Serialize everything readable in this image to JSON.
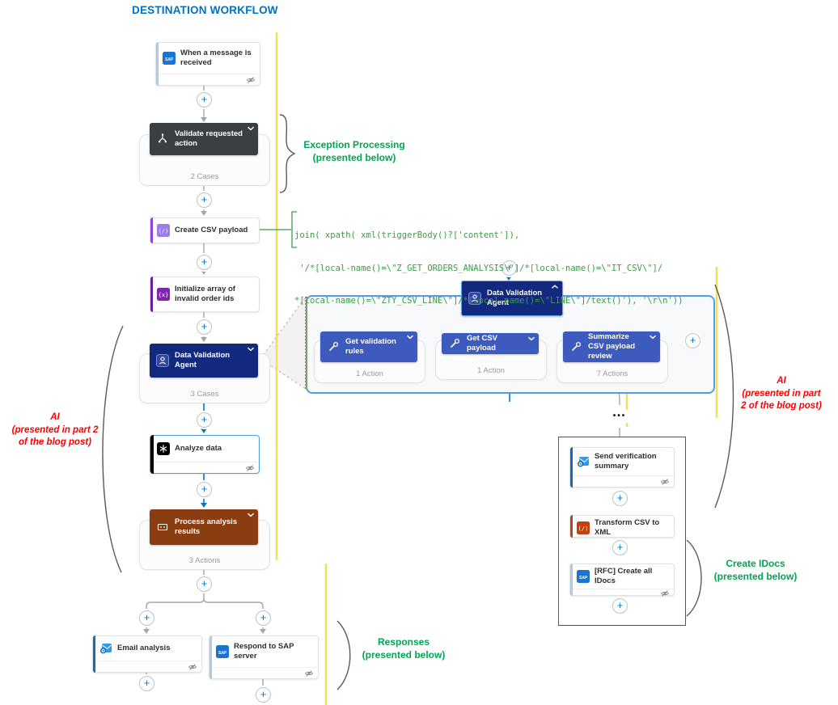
{
  "title": "DESTINATION WORKFLOW",
  "nodes": {
    "trigger": {
      "label": "When a message is received"
    },
    "validate": {
      "label": "Validate requested action",
      "count": "2 Cases"
    },
    "create_csv": {
      "label": "Create CSV payload"
    },
    "init_array": {
      "label": "Initialize array of invalid order ids"
    },
    "agent": {
      "label": "Data Validation Agent",
      "count": "3 Cases"
    },
    "analyze": {
      "label": "Analyze data"
    },
    "process": {
      "label": "Process analysis results",
      "count": "3 Actions"
    },
    "email": {
      "label": "Email analysis"
    },
    "respond": {
      "label": "Respond to SAP server"
    }
  },
  "panel": {
    "header": "Data Validation Agent",
    "tools": [
      {
        "label": "Get validation rules",
        "count": "1 Action"
      },
      {
        "label": "Get CSV payload",
        "count": "1 Action"
      },
      {
        "label": "Summarize CSV payload review",
        "count": "7 Actions"
      }
    ]
  },
  "idocs_branch": {
    "send": {
      "label": "Send verification summary"
    },
    "transform": {
      "label": "Transform CSV to XML"
    },
    "rfc": {
      "label": "[RFC] Create all IDocs"
    }
  },
  "code": {
    "line1": "join( xpath( xml(triggerBody()?['content']),",
    "line2": " '/*[local-name()=\\\"Z_GET_ORDERS_ANALYSIS\\\"]/*[local-name()=\\\"IT_CSV\\\"]/",
    "line3": "*[local-name()=\\\"ZTY_CSV_LINE\\\"]/*[local-name()=\\\"LINE\\\"]/text()'), '\\r\\n'))"
  },
  "annotations": {
    "exception": "Exception Processing\n(presented below)",
    "ai_left": "AI\n(presented in part 2\nof the blog post)",
    "ai_right": "AI\n(presented in part\n2 of the blog post)",
    "create_idocs": "Create IDocs\n(presented below)",
    "responses": "Responses\n(presented below)",
    "ellipsis": "•••",
    "plus": "+"
  },
  "colors": {
    "title_blue": "#0070C0",
    "annotation_green": "#00A650",
    "annotation_red": "#FF0000",
    "code_green": "#3C9C47",
    "yellow_divider": "#F2DE5A",
    "agent_navy": "#12297D",
    "tool_blue": "#3D5BBF",
    "switch_dark": "#3B3F44",
    "process_brown": "#8B3D12",
    "transform_orange": "#C2410C",
    "connector_gray": "#A6A6A6",
    "connector_blue": "#0078D4"
  }
}
